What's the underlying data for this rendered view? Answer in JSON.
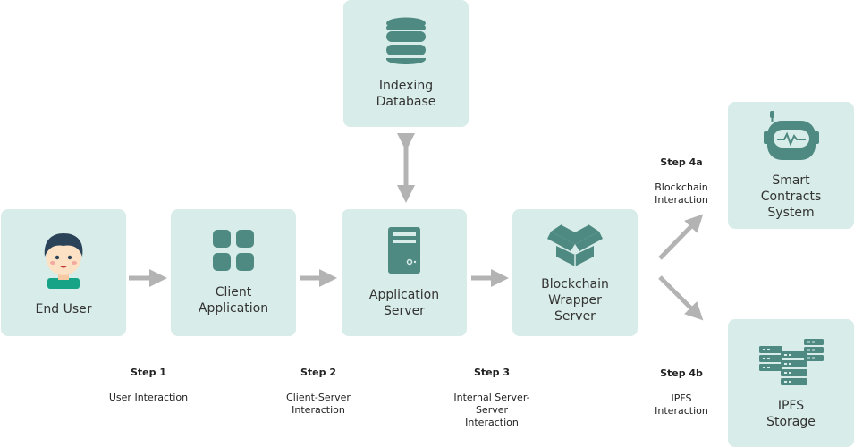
{
  "nodes": {
    "end_user": {
      "label": "End User",
      "icon": "user-avatar-icon"
    },
    "client_app": {
      "label": "Client\nApplication",
      "icon": "grid-apps-icon"
    },
    "app_server": {
      "label": "Application\nServer",
      "icon": "server-tower-icon"
    },
    "indexing_db": {
      "label": "Indexing\nDatabase",
      "icon": "database-icon"
    },
    "blockchain_wrapper": {
      "label": "Blockchain\nWrapper\nServer",
      "icon": "open-box-icon"
    },
    "smart_contracts": {
      "label": "Smart\nContracts\nSystem",
      "icon": "robot-head-icon"
    },
    "ipfs_storage": {
      "label": "IPFS\nStorage",
      "icon": "server-rack-icon"
    }
  },
  "steps": {
    "step1": {
      "title": "Step 1",
      "desc": "User Interaction"
    },
    "step2": {
      "title": "Step 2",
      "desc": "Client-Server\nInteraction"
    },
    "step3": {
      "title": "Step 3",
      "desc": "Internal Server-\nServer\nInteraction"
    },
    "step4a": {
      "title": "Step 4a",
      "desc": "Blockchain\nInteraction"
    },
    "step4b": {
      "title": "Step 4b",
      "desc": "IPFS\nInteraction"
    }
  },
  "colors": {
    "box_fill": "#d8ece9",
    "icon": "#4f8a82",
    "arrow": "#b3b3b3"
  }
}
